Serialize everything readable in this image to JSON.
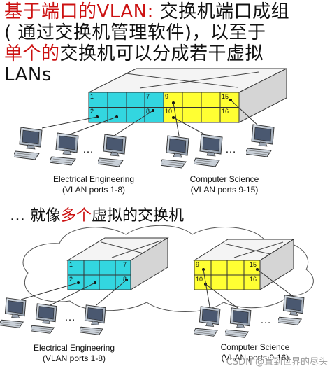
{
  "heading": {
    "line1_red": "基于端口的VLAN:",
    "line1_black": " 交换机端口成组",
    "line2": "( 通过交换机管理软件)，以至于",
    "line3_red": "单个的",
    "line3_black": "交换机可以分成若干虚拟",
    "line4": "LANs"
  },
  "top_switch": {
    "port_labels": [
      "1",
      "2",
      "7",
      "8",
      "9",
      "10",
      "15",
      "16"
    ],
    "group_colors": {
      "ee": "#33d6e0",
      "cs": "#ffff33"
    }
  },
  "top_captions": {
    "ee_name": "Electrical Engineering",
    "ee_ports": "(VLAN ports 1-8)",
    "cs_name": "Computer Science",
    "cs_ports": "(VLAN ports 9-15)"
  },
  "subhead": {
    "prefix": "… 就像",
    "red": "多个",
    "suffix": "虚拟的交换机"
  },
  "bottom_switch_ee": {
    "port_labels": [
      "1",
      "7",
      "2",
      "8"
    ]
  },
  "bottom_switch_cs": {
    "port_labels": [
      "9",
      "15",
      "10",
      "16"
    ]
  },
  "bottom_captions": {
    "ee_name": "Electrical Engineering",
    "ee_ports": "(VLAN ports 1-8)",
    "cs_name": "Computer Science",
    "cs_ports": "(VLAN ports 9-16)"
  },
  "ellipsis": "…",
  "watermark": "CSDN @直到世界的尽头"
}
